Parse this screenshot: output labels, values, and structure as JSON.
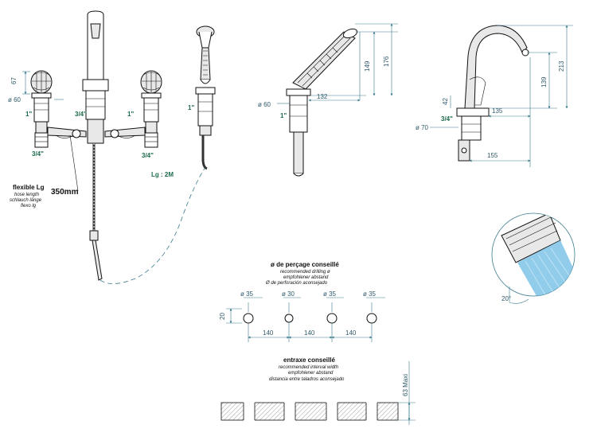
{
  "mixer": {
    "dim_67": "67",
    "dim_60": "ø 60",
    "thread_1in_left": "1\"",
    "thread_34_left": "3/4\"",
    "thread_34_centre": "3/4\"",
    "thread_1in_right": "1\"",
    "thread_34_right": "3/4\""
  },
  "hose": {
    "title": "flexible Lg",
    "line_en": "hose length",
    "line_de": "schlauch länge",
    "line_es": "flexo lg",
    "length": "350mm"
  },
  "handshower": {
    "thread": "1\"",
    "length": "Lg : 2M"
  },
  "side_view": {
    "dim_60": "ø 60",
    "thread_1in": "1\"",
    "dim_132": "132",
    "dim_149": "149",
    "dim_176": "176"
  },
  "spout": {
    "dim_42": "42",
    "thread_34": "3/4\"",
    "dim_70": "ø 70",
    "dim_135": "135",
    "dim_155": "155",
    "dim_139": "139",
    "dim_213": "213"
  },
  "aerator": {
    "angle": "20°"
  },
  "drilling": {
    "title": "ø de perçage conseillé",
    "line_en": "recommended drilling ø",
    "line_de": "empfohlener abstand",
    "line_es": "Ø de perforación aconsejado",
    "dia_1": "ø 35",
    "dia_2": "ø 30",
    "dia_3": "ø 35",
    "dia_4": "ø 35",
    "height": "20",
    "spacing_1": "140",
    "spacing_2": "140",
    "spacing_3": "140"
  },
  "interval": {
    "title": "entraxe conseillé",
    "line_en": "recommended interval width",
    "line_de": "empfohlener abstand",
    "line_es": "distancia entre taladros aconsejado",
    "max": "63 Maxi"
  }
}
